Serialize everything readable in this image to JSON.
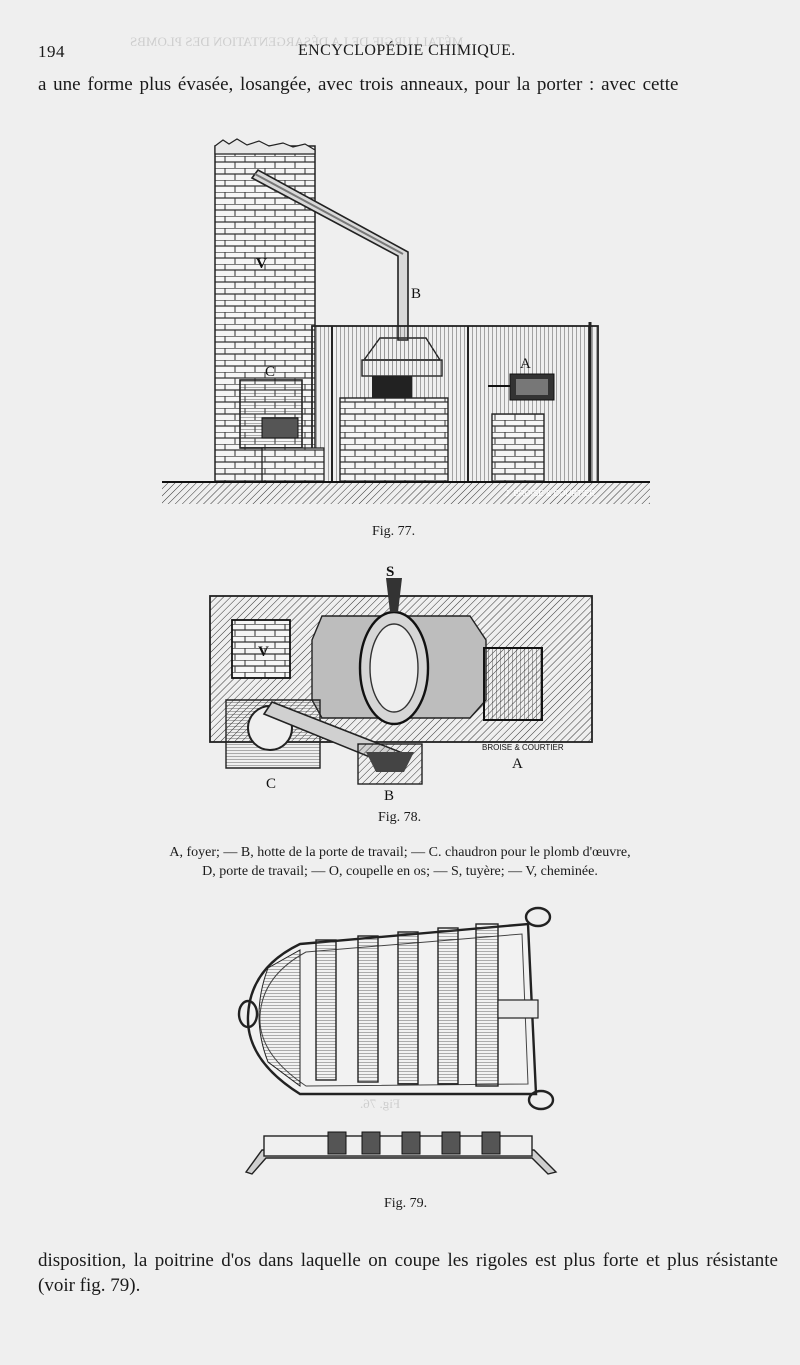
{
  "page": {
    "number": "194",
    "running_title": "ENCYCLOPÉDIE CHIMIQUE.",
    "opening_line": "a une forme plus évasée, losangée, avec trois anneaux, pour la porter : avec cette",
    "closing_paragraph": "disposition, la poitrine d'os dans laquelle on coupe les rigoles est plus forte et plus résistante (voir fig. 79)."
  },
  "fig77": {
    "caption": "Fig. 77.",
    "labels": {
      "V": "V",
      "B": "B",
      "C": "C",
      "A": "A"
    },
    "engraver": "J. BROISE & COURTIER"
  },
  "fig78": {
    "caption": "Fig. 78.",
    "labels": {
      "S": "S",
      "V": "V",
      "C": "C",
      "B": "B",
      "A": "A"
    },
    "engraver": "BROISE & COURTIER",
    "legend_line1": "A, foyer; — B, hotte de la porte de travail; — C. chaudron pour le plomb d'œuvre,",
    "legend_line2": "D, porte de travail; — O, coupelle en os; — S, tuyère; — V, cheminée."
  },
  "fig79": {
    "caption": "Fig. 79."
  },
  "bleed_through": [
    "MÉTALLURGIE DE LA DÉSARGENTATION DES PLOMBS",
    "Fig. 76."
  ]
}
